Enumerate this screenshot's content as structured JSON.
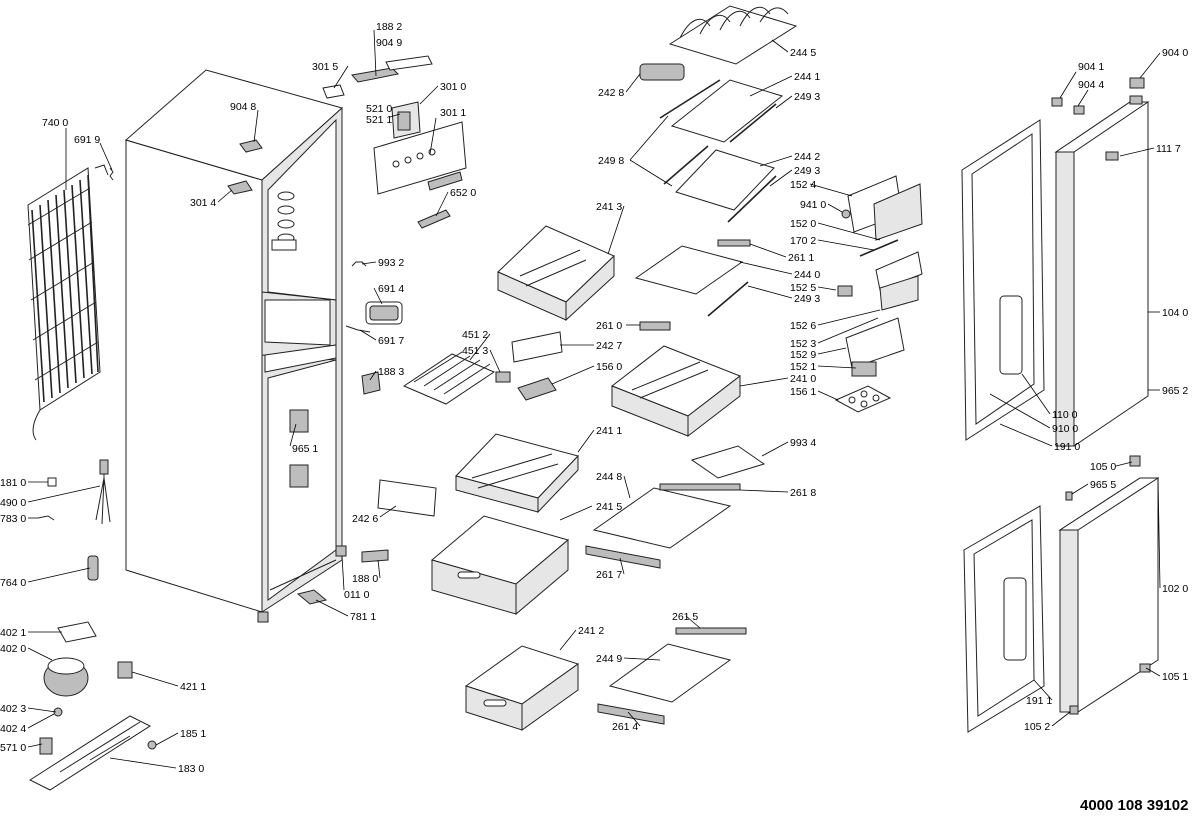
{
  "document_code": "4000 108 39102",
  "labels": [
    {
      "text": "740 0"
    },
    {
      "text": "691 9"
    },
    {
      "text": "904 8"
    },
    {
      "text": "301 4"
    },
    {
      "text": "301 5"
    },
    {
      "text": "188 2"
    },
    {
      "text": "904 9"
    },
    {
      "text": "301 0"
    },
    {
      "text": "521 0"
    },
    {
      "text": "521 1"
    },
    {
      "text": "301 1"
    },
    {
      "text": "652 0"
    },
    {
      "text": "993 2"
    },
    {
      "text": "691 4"
    },
    {
      "text": "691 7"
    },
    {
      "text": "188 3"
    },
    {
      "text": "965 1"
    },
    {
      "text": "242 6"
    },
    {
      "text": "188 0"
    },
    {
      "text": "011 0"
    },
    {
      "text": "781 1"
    },
    {
      "text": "181 0"
    },
    {
      "text": "490 0"
    },
    {
      "text": "783 0"
    },
    {
      "text": "764 0"
    },
    {
      "text": "402 1"
    },
    {
      "text": "402 0"
    },
    {
      "text": "402 3"
    },
    {
      "text": "402 4"
    },
    {
      "text": "571 0"
    },
    {
      "text": "421 1"
    },
    {
      "text": "185 1"
    },
    {
      "text": "183 0"
    },
    {
      "text": "244 5"
    },
    {
      "text": "242 8"
    },
    {
      "text": "244 1"
    },
    {
      "text": "249 3"
    },
    {
      "text": "249 8"
    },
    {
      "text": "244 2"
    },
    {
      "text": "249 3"
    },
    {
      "text": "241 3"
    },
    {
      "text": "261 1"
    },
    {
      "text": "244 0"
    },
    {
      "text": "249 3"
    },
    {
      "text": "261 0"
    },
    {
      "text": "451 2"
    },
    {
      "text": "451 3"
    },
    {
      "text": "242 7"
    },
    {
      "text": "156 0"
    },
    {
      "text": "241 0"
    },
    {
      "text": "241 1"
    },
    {
      "text": "993 4"
    },
    {
      "text": "244 8"
    },
    {
      "text": "261 8"
    },
    {
      "text": "241 5"
    },
    {
      "text": "261 7"
    },
    {
      "text": "261 5"
    },
    {
      "text": "241 2"
    },
    {
      "text": "244 9"
    },
    {
      "text": "261 4"
    },
    {
      "text": "152 4"
    },
    {
      "text": "941 0"
    },
    {
      "text": "152 0"
    },
    {
      "text": "170 2"
    },
    {
      "text": "152 5"
    },
    {
      "text": "152 6"
    },
    {
      "text": "152 3"
    },
    {
      "text": "152 9"
    },
    {
      "text": "152 1"
    },
    {
      "text": "156 1"
    },
    {
      "text": "904 1"
    },
    {
      "text": "904 4"
    },
    {
      "text": "904 0"
    },
    {
      "text": "111 7"
    },
    {
      "text": "104 0"
    },
    {
      "text": "965 2"
    },
    {
      "text": "110 0"
    },
    {
      "text": "910 0"
    },
    {
      "text": "191 0"
    },
    {
      "text": "105 0"
    },
    {
      "text": "965 5"
    },
    {
      "text": "102 0"
    },
    {
      "text": "105 1"
    },
    {
      "text": "191 1"
    },
    {
      "text": "105 2"
    }
  ]
}
